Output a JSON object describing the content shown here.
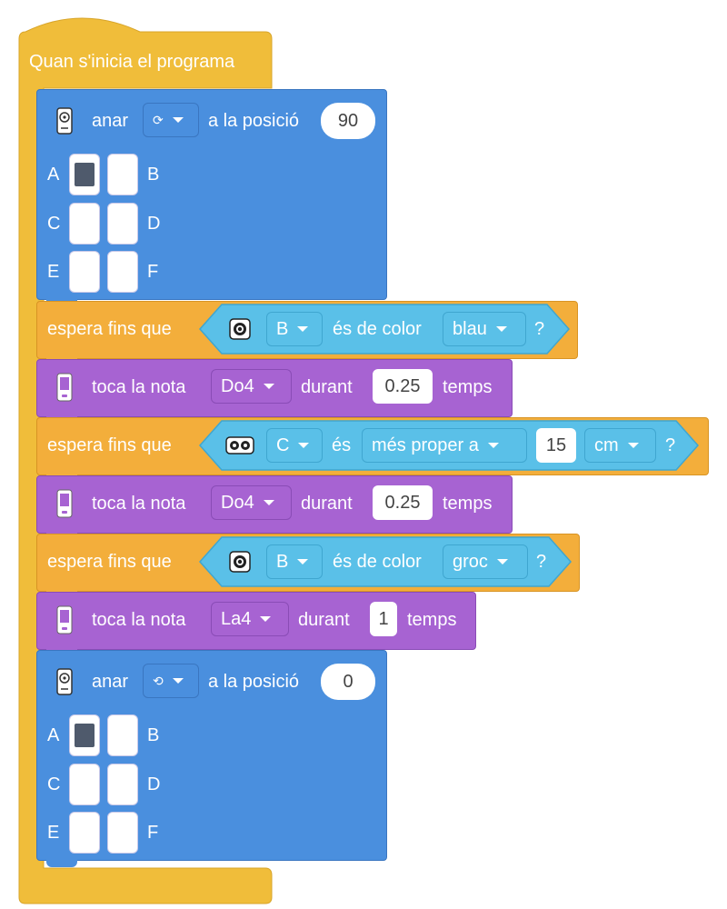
{
  "hat": {
    "label": "Quan s'inicia el programa"
  },
  "motor_block_1": {
    "icon": "motor-icon",
    "label_go": "anar",
    "direction_symbol": "⟳",
    "label_pos": "a la posició",
    "value": "90",
    "ports": [
      "A",
      "B",
      "C",
      "D",
      "E",
      "F"
    ],
    "selected_port": "A"
  },
  "wait_1": {
    "label": "espera fins que",
    "sensor_icon": "color-sensor-icon",
    "port": "B",
    "label_is": "és de color",
    "color": "blau",
    "q": "?"
  },
  "note_1": {
    "icon": "hub-icon",
    "label": "toca la nota",
    "note": "Do4",
    "label_dur": "durant",
    "dur": "0.25",
    "unit": "temps"
  },
  "wait_2": {
    "label": "espera fins que",
    "sensor_icon": "distance-sensor-icon",
    "port": "C",
    "label_is": "és",
    "comparison": "més proper a",
    "distance": "15",
    "unit": "cm",
    "q": "?"
  },
  "note_2": {
    "icon": "hub-icon",
    "label": "toca la nota",
    "note": "Do4",
    "label_dur": "durant",
    "dur": "0.25",
    "unit": "temps"
  },
  "wait_3": {
    "label": "espera fins que",
    "sensor_icon": "color-sensor-icon",
    "port": "B",
    "label_is": "és de color",
    "color": "groc",
    "q": "?"
  },
  "note_3": {
    "icon": "hub-icon",
    "label": "toca la nota",
    "note": "La4",
    "label_dur": "durant",
    "dur": "1",
    "unit": "temps"
  },
  "motor_block_2": {
    "icon": "motor-icon",
    "label_go": "anar",
    "direction_symbol": "⟲",
    "label_pos": "a la posició",
    "value": "0",
    "ports": [
      "A",
      "B",
      "C",
      "D",
      "E",
      "F"
    ],
    "selected_port": "A"
  },
  "colors": {
    "hat": "#f0bd3a",
    "motor": "#4a8fde",
    "wait": "#f3ae3b",
    "sound": "#a763d2",
    "sensor": "#5ac0e8"
  }
}
